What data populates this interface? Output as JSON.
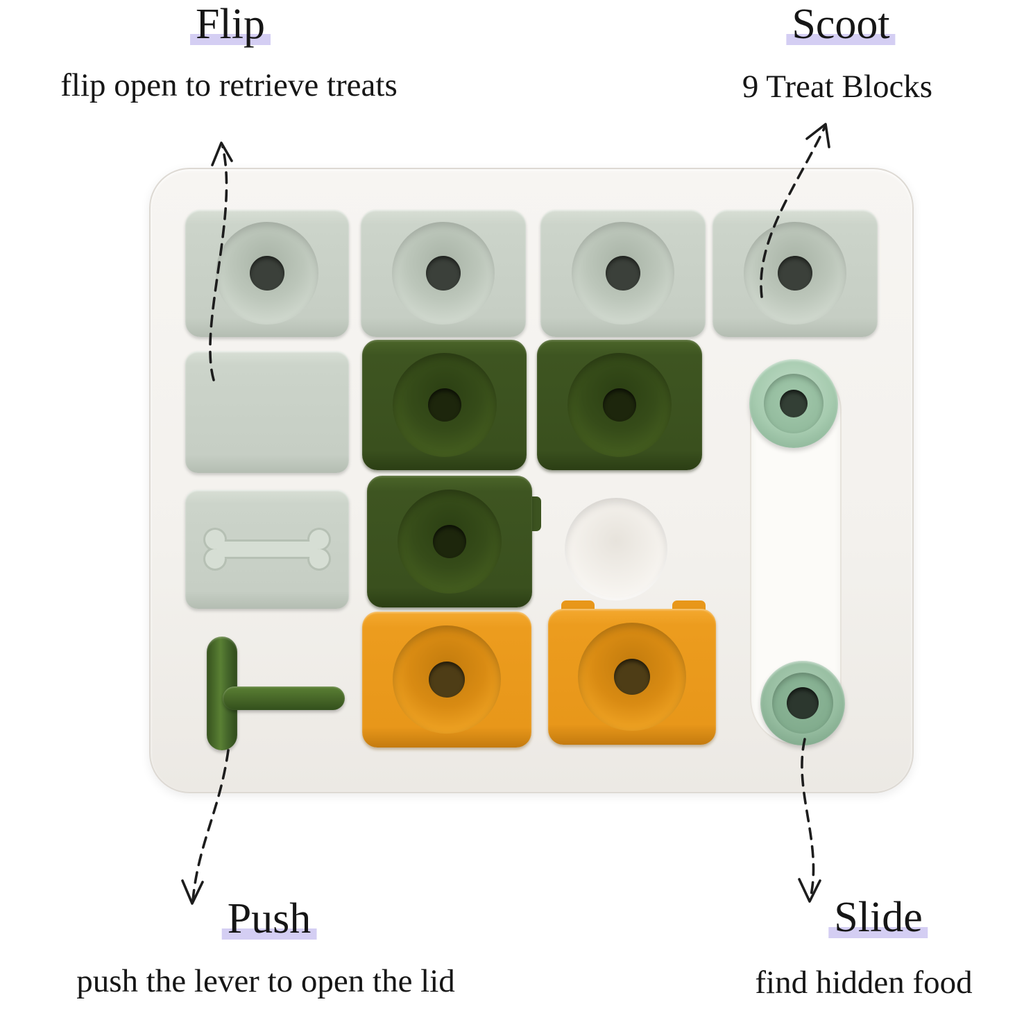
{
  "annotations": {
    "flip": {
      "title": "Flip",
      "subtitle": "flip open to retrieve treats"
    },
    "scoot": {
      "title": "Scoot",
      "subtitle": "9 Treat Blocks"
    },
    "push": {
      "title": "Push",
      "subtitle": "push the lever to open the lid"
    },
    "slide": {
      "title": "Slide",
      "subtitle": "find hidden food"
    }
  },
  "colors": {
    "highlight_lavender": "#d4cef3",
    "text": "#161616",
    "arrow": "#1d1d1d",
    "board": "#f3f1ed",
    "sage_block": "#ccd4ca",
    "dark_green_block": "#3d5420",
    "orange_block": "#eb9b1e",
    "knob_green": "#a6cbaf",
    "lever_green": "#466527"
  }
}
